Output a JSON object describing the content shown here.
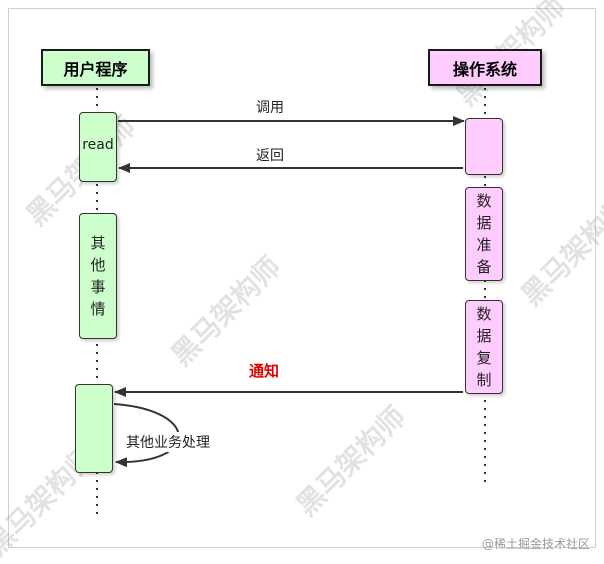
{
  "actors": {
    "user": "用户程序",
    "os": "操作系统"
  },
  "activations": {
    "read": "read",
    "other": [
      "其",
      "他",
      "事",
      "情"
    ],
    "prepare": [
      "数",
      "据",
      "准",
      "备"
    ],
    "copy": [
      "数",
      "据",
      "复",
      "制"
    ]
  },
  "messages": {
    "call": "调用",
    "return": "返回",
    "notify": "通知",
    "self": "其他业务处理"
  },
  "watermark": "黑马架构师",
  "credit": "@稀土掘金技术社区",
  "colors": {
    "user_box": "#ccffcc",
    "os_box": "#ffccff",
    "notify_text": "#e00000"
  }
}
